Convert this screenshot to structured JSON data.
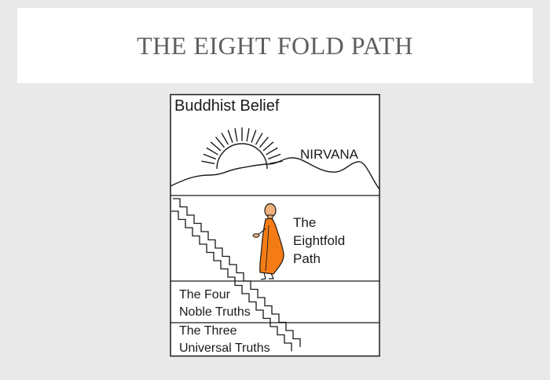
{
  "slide": {
    "title": "THE EIGHT FOLD PATH"
  },
  "diagram": {
    "heading": "Buddhist Belief",
    "nirvana_label": "NIRVANA",
    "eightfold_label": [
      "The",
      "Eightfold",
      "Path"
    ],
    "four_truths_label": [
      "The Four",
      "Noble Truths"
    ],
    "three_truths_label": [
      "The Three",
      "Universal Truths"
    ],
    "icons": [
      "sun-icon",
      "hills-icon",
      "staircase-icon",
      "monk-icon"
    ],
    "colors": {
      "robe": "#f57c14",
      "skin": "#f0b27a",
      "line": "#1a1a1a"
    }
  }
}
